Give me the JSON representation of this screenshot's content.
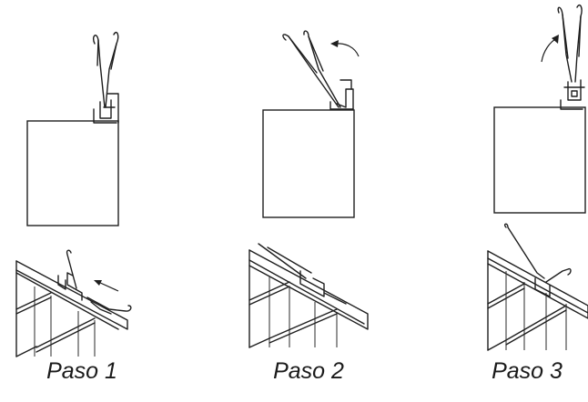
{
  "steps": [
    {
      "label": "Paso 1"
    },
    {
      "label": "Paso 2"
    },
    {
      "label": "Paso 3"
    }
  ],
  "colors": {
    "line": "#1e1e1e",
    "background": "#ffffff"
  }
}
